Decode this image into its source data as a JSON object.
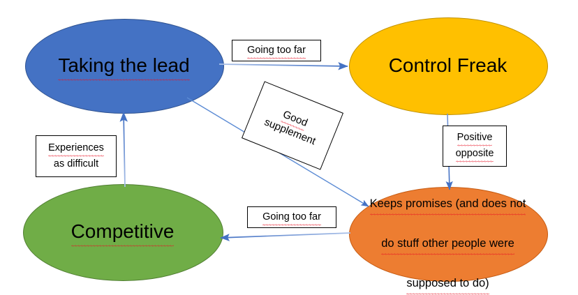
{
  "diagram": {
    "title": "Taking the lead / Control Freak / Competitive / Keeps promises relationship diagram",
    "background_color": "#FFFFFF",
    "connector_color": "#4472C4",
    "label_box_border_color": "#000000",
    "spellcheck_underline_color": "#E81123"
  },
  "nodes": [
    {
      "id": "taking-the-lead",
      "label": "Taking the lead",
      "fill": "#4472C4",
      "stroke": "#2F528F",
      "text_color": "#000000",
      "shape": "ellipse"
    },
    {
      "id": "control-freak",
      "label": "Control Freak",
      "fill": "#FFC000",
      "stroke": "#BF9000",
      "text_color": "#000000",
      "shape": "ellipse"
    },
    {
      "id": "competitive",
      "label": "Competitive",
      "fill": "#70AD47",
      "stroke": "#507E32",
      "text_color": "#000000",
      "shape": "ellipse"
    },
    {
      "id": "keeps-promises",
      "label": "Keeps promises (and does not\ndo stuff other people were\nsupposed to do)",
      "line1": "Keeps promises (and does not",
      "line2": "do stuff other people were",
      "line3": "supposed to do)",
      "fill": "#ED7D31",
      "stroke": "#C55A11",
      "text_color": "#000000",
      "shape": "ellipse"
    }
  ],
  "edge_labels": [
    {
      "id": "going-too-far-top",
      "text": "Going too far",
      "from": "taking-the-lead",
      "to": "control-freak",
      "rotated": false
    },
    {
      "id": "good-supplement",
      "text": "Good\nsupplement",
      "line1": "Good",
      "line2": "supplement",
      "from": "taking-the-lead",
      "to": "keeps-promises",
      "rotated": true,
      "rotation_deg": 22
    },
    {
      "id": "positive-opposite",
      "text": "Positive\nopposite",
      "line1": "Positive",
      "line2": "opposite",
      "from": "control-freak",
      "to": "keeps-promises",
      "rotated": false
    },
    {
      "id": "experiences-as-difficult",
      "text": "Experiences\nas difficult",
      "line1": "Experiences",
      "line2": "as difficult",
      "from": "competitive",
      "to": "taking-the-lead",
      "rotated": false
    },
    {
      "id": "going-too-far-bottom",
      "text": "Going too far",
      "from": "keeps-promises",
      "to": "competitive",
      "rotated": false
    }
  ],
  "connectors": [
    {
      "id": "arrow-lead-to-freak",
      "from": "taking-the-lead",
      "to": "control-freak",
      "direction": "right"
    },
    {
      "id": "arrow-lead-to-keeps",
      "from": "taking-the-lead",
      "to": "keeps-promises",
      "direction": "down-right"
    },
    {
      "id": "arrow-freak-to-keeps",
      "from": "control-freak",
      "to": "keeps-promises",
      "direction": "down"
    },
    {
      "id": "arrow-keeps-to-competitive",
      "from": "keeps-promises",
      "to": "competitive",
      "direction": "left"
    },
    {
      "id": "arrow-competitive-to-lead",
      "from": "competitive",
      "to": "taking-the-lead",
      "direction": "up"
    }
  ]
}
